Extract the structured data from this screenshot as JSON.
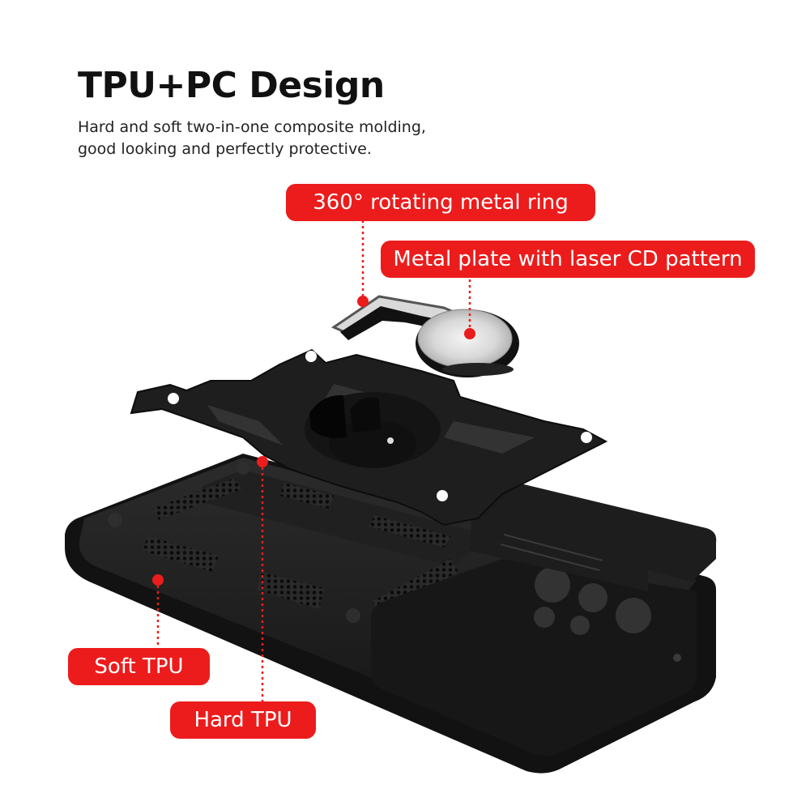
{
  "heading": {
    "title": "TPU+PC Design",
    "subtitle_line1": "Hard and soft two-in-one composite molding,",
    "subtitle_line2": "good looking and perfectly protective."
  },
  "callouts": {
    "ring": "360° rotating metal ring",
    "plate": "Metal plate with laser CD pattern",
    "soft_tpu": "Soft TPU",
    "hard_tpu": "Hard TPU"
  },
  "colors": {
    "accent": "#ec1c1c",
    "case_black": "#1a1a1a",
    "text_dark": "#111111"
  }
}
